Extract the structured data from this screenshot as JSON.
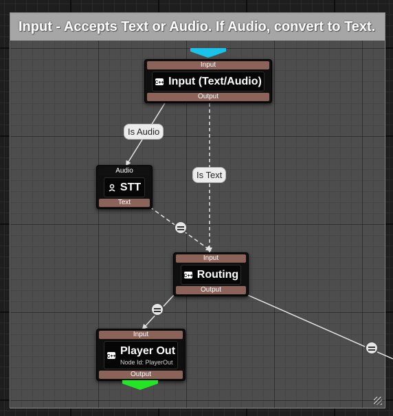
{
  "comment": {
    "title": "Input - Accepts Text or Audio. If Audio, convert to Text."
  },
  "nodes": {
    "input": {
      "title": "Input (Text/Audio)",
      "input_pin": "Input",
      "output_pin": "Output",
      "icon": "function-icon"
    },
    "stt": {
      "title": "STT",
      "input_pin": "Audio",
      "output_pin": "Text",
      "icon": "speech-icon"
    },
    "routing": {
      "title": "Routing",
      "input_pin": "Input",
      "output_pin": "Output",
      "icon": "function-icon"
    },
    "player_out": {
      "title": "Player Out",
      "subtitle": "Node Id: PlayerOut",
      "input_pin": "Input",
      "output_pin": "Output",
      "icon": "function-icon"
    }
  },
  "wire_labels": {
    "is_audio": "Is Audio",
    "is_text": "Is Text"
  },
  "colors": {
    "exec_in": "#19c3ea",
    "exec_out": "#22e524",
    "pin": "#8b6359",
    "comment_header": "#a6a6a6"
  }
}
